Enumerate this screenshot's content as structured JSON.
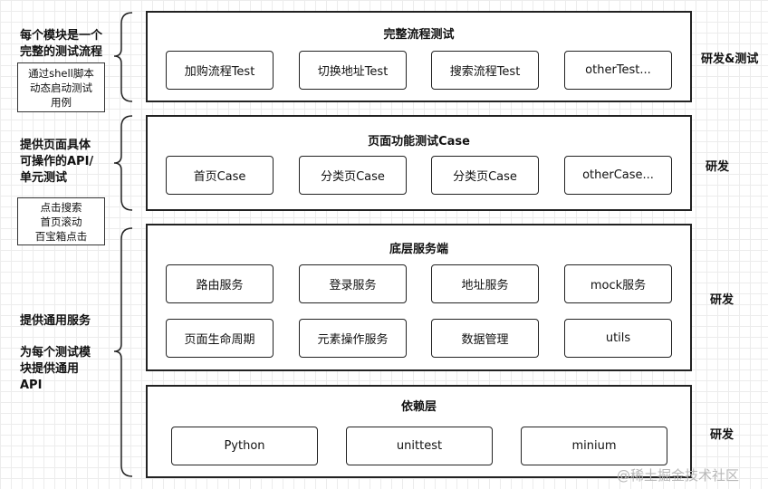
{
  "left_column": {
    "group1_text": [
      "每个模块是一个",
      "完整的测试流程"
    ],
    "group1_note": [
      "通过shell脚本",
      "动态启动测试",
      "用例"
    ],
    "group2_text": [
      "提供页面具体",
      "可操作的API/",
      "单元测试"
    ],
    "group2_note": [
      "点击搜索",
      "首页滚动",
      "百宝箱点击"
    ],
    "group3_text": [
      "提供通用服务"
    ],
    "group3_text2": [
      "为每个测试模",
      "块提供通用",
      "API"
    ]
  },
  "layers": [
    {
      "title": "完整流程测试",
      "boxes": [
        "加购流程Test",
        "切换地址Test",
        "搜索流程Test",
        "otherTest..."
      ],
      "role": "研发&测试"
    },
    {
      "title": "页面功能测试Case",
      "boxes": [
        "首页Case",
        "分类页Case",
        "分类页Case",
        "otherCase..."
      ],
      "role": "研发"
    },
    {
      "title": "底层服务端",
      "boxes": [
        "路由服务",
        "登录服务",
        "地址服务",
        "mock服务",
        "页面生命周期",
        "元素操作服务",
        "数据管理",
        "utils"
      ],
      "role": "研发"
    },
    {
      "title": "依赖层",
      "boxes": [
        "Python",
        "unittest",
        "minium"
      ],
      "role": "研发"
    }
  ],
  "watermark": "@稀土掘金技术社区"
}
